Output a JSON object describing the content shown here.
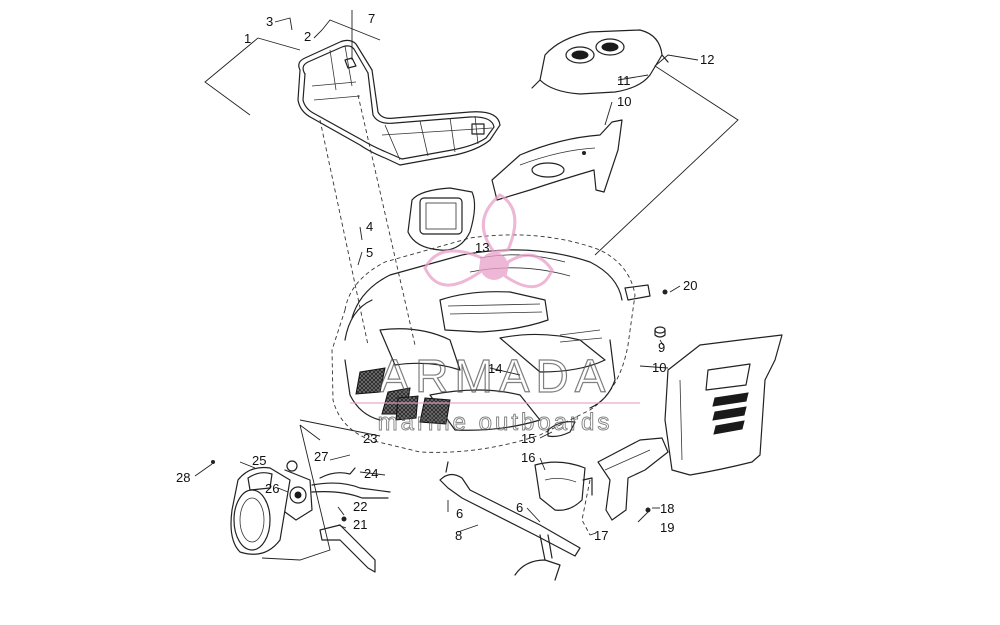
{
  "diagram": {
    "labels": [
      "1",
      "2",
      "3",
      "4",
      "5",
      "6",
      "6",
      "7",
      "8",
      "9",
      "10",
      "10",
      "11",
      "12",
      "13",
      "14",
      "15",
      "16",
      "17",
      "18",
      "19",
      "20",
      "21",
      "22",
      "23",
      "24",
      "25",
      "26",
      "27",
      "28"
    ]
  },
  "watermark": {
    "brand": "ARMADA",
    "tagline": "marine outboards",
    "color": "#e8a0c8",
    "text_color": "#555555"
  }
}
